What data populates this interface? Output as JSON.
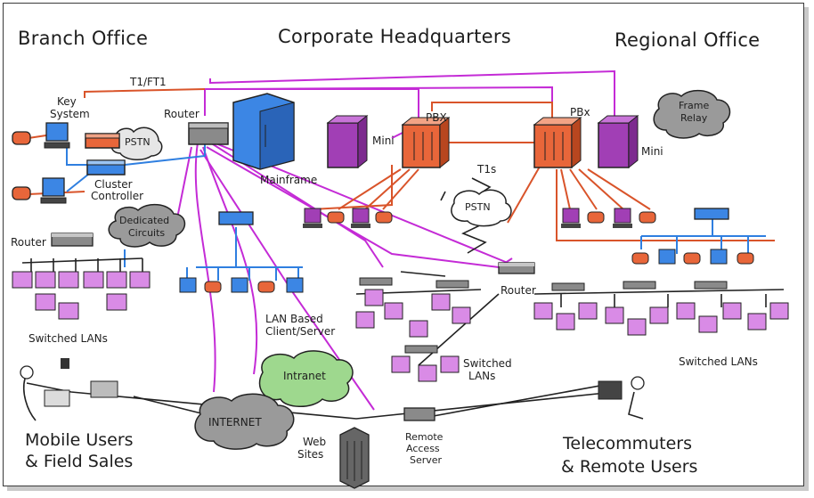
{
  "titles": {
    "branch": "Branch Office",
    "hq": "Corporate Headquarters",
    "regional": "Regional Office"
  },
  "labels": {
    "t1": "T1/FT1",
    "key_system_1": "Key",
    "key_system_2": "System",
    "pstn_small": "PSTN",
    "router_main": "Router",
    "cluster_1": "Cluster",
    "cluster_2": "Controller",
    "mainframe": "Mainframe",
    "mini_left": "Mini",
    "pbx_left": "PBX",
    "pbx_right": "PBx",
    "mini_right": "Mini",
    "t1s": "T1s",
    "pstn_mid": "PSTN",
    "frame_relay_1": "Frame",
    "frame_relay_2": "Relay",
    "dedicated_1": "Dedicated",
    "dedicated_2": "Circuits",
    "router_branch": "Router",
    "router_regional": "Router",
    "switched_branch": "Switched LANs",
    "lan_client_1": "LAN Based",
    "lan_client_2": "Client/Server",
    "switched_hq_1": "Switched",
    "switched_hq_2": "LANs",
    "switched_regional": "Switched LANs",
    "intranet": "Intranet",
    "internet": "INTERNET",
    "web_1": "Web",
    "web_2": "Sites",
    "ras_1": "Remote",
    "ras_2": "Access",
    "ras_3": "Server",
    "mobile_1": "Mobile Users",
    "mobile_2": "& Field Sales",
    "tele_1": "Telecommuters",
    "tele_2": "& Remote Users"
  },
  "colors": {
    "voice_lines": "#d9542a",
    "data_lines": "#2f7fe0",
    "wan_lines": "#c42bd6",
    "lan_devices": "#d98be6",
    "mini_pbx": "#a13fb5",
    "pbx": "#e8663a",
    "mainframe": "#3c86e4",
    "intranet_cloud": "#9ed88e",
    "gray_cloud": "#9a9a9a"
  }
}
